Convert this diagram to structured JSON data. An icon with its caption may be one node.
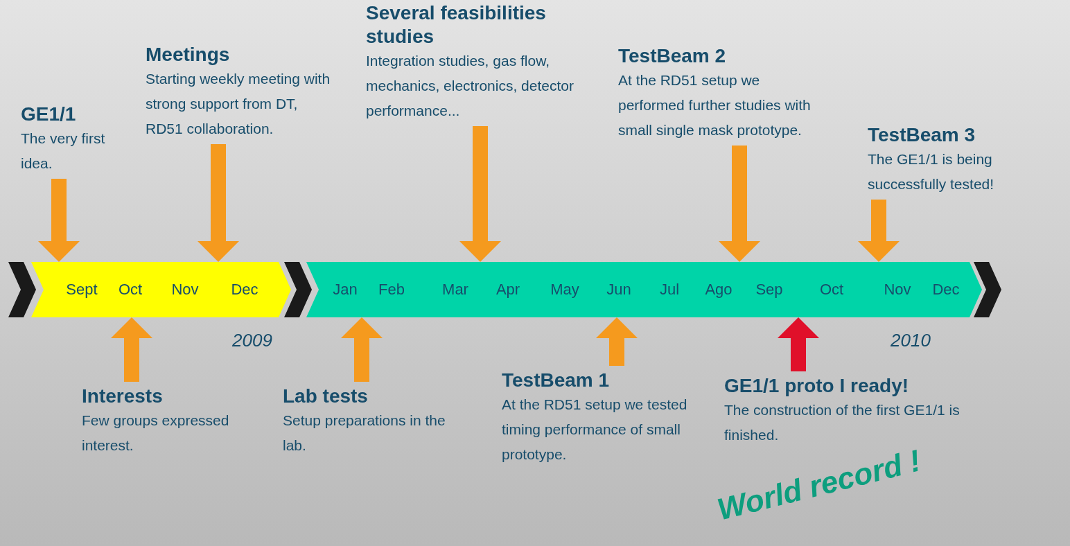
{
  "diagram": {
    "nodes": [
      {
        "text": [
          "GE1/1",
          "The very first idea."
        ]
      },
      {
        "text": [
          "Meetings",
          "Starting weekly meeting with strong support from DT, RD51 collaboration."
        ]
      },
      {
        "text": [
          "Several feasibilities studies",
          "Integration studies, gas flow, mechanics, electronics, detector performance..."
        ]
      },
      {
        "text": [
          "TestBeam 2",
          "At the RD51 setup we performed further studies with small single mask prototype."
        ]
      },
      {
        "text": [
          "TestBeam 3",
          "The GE1/1 is being successfully tested!"
        ]
      },
      {
        "text": [
          "Sept",
          "Oct",
          "Nov",
          "Dec"
        ],
        "beside": [
          "2009"
        ]
      },
      {
        "text": [
          "Jan",
          "Feb",
          "Mar",
          "Apr",
          "May",
          "Jun",
          "Jul",
          "Ago",
          "Sep",
          "Oct",
          "Nov",
          "Dec"
        ],
        "beside": [
          "2010"
        ]
      },
      {
        "text": [
          "Interests",
          "Few groups expressed interest."
        ]
      },
      {
        "text": [
          "Lab tests",
          "Setup preparations in the lab."
        ]
      },
      {
        "text": [
          "TestBeam 1",
          "At the RD51 setup we tested timing performance of small prototype."
        ]
      },
      {
        "text": [
          "GE1/1 proto I ready!",
          "The construction of the first GE1/1 is finished."
        ]
      },
      {
        "text": [],
        "shape": "chevron"
      },
      {
        "text": [],
        "shape": "chevron"
      },
      {
        "text": [],
        "shape": "chevron"
      }
    ],
    "edges": [
      {
        "from": 0,
        "to": 5,
        "arrow": "to"
      },
      {
        "from": 1,
        "to": 5,
        "arrow": "to"
      },
      {
        "from": 2,
        "to": 6,
        "arrow": "to"
      },
      {
        "from": 3,
        "to": 6,
        "arrow": "to"
      },
      {
        "from": 4,
        "to": 6,
        "arrow": "to"
      },
      {
        "from": 7,
        "to": 5,
        "arrow": "to"
      },
      {
        "from": 8,
        "to": 6,
        "arrow": "to"
      },
      {
        "from": 9,
        "to": 6,
        "arrow": "to"
      },
      {
        "from": 10,
        "to": 6,
        "arrow": "to",
        "color": "#e0102a"
      }
    ],
    "labels": [
      "World record !"
    ]
  }
}
